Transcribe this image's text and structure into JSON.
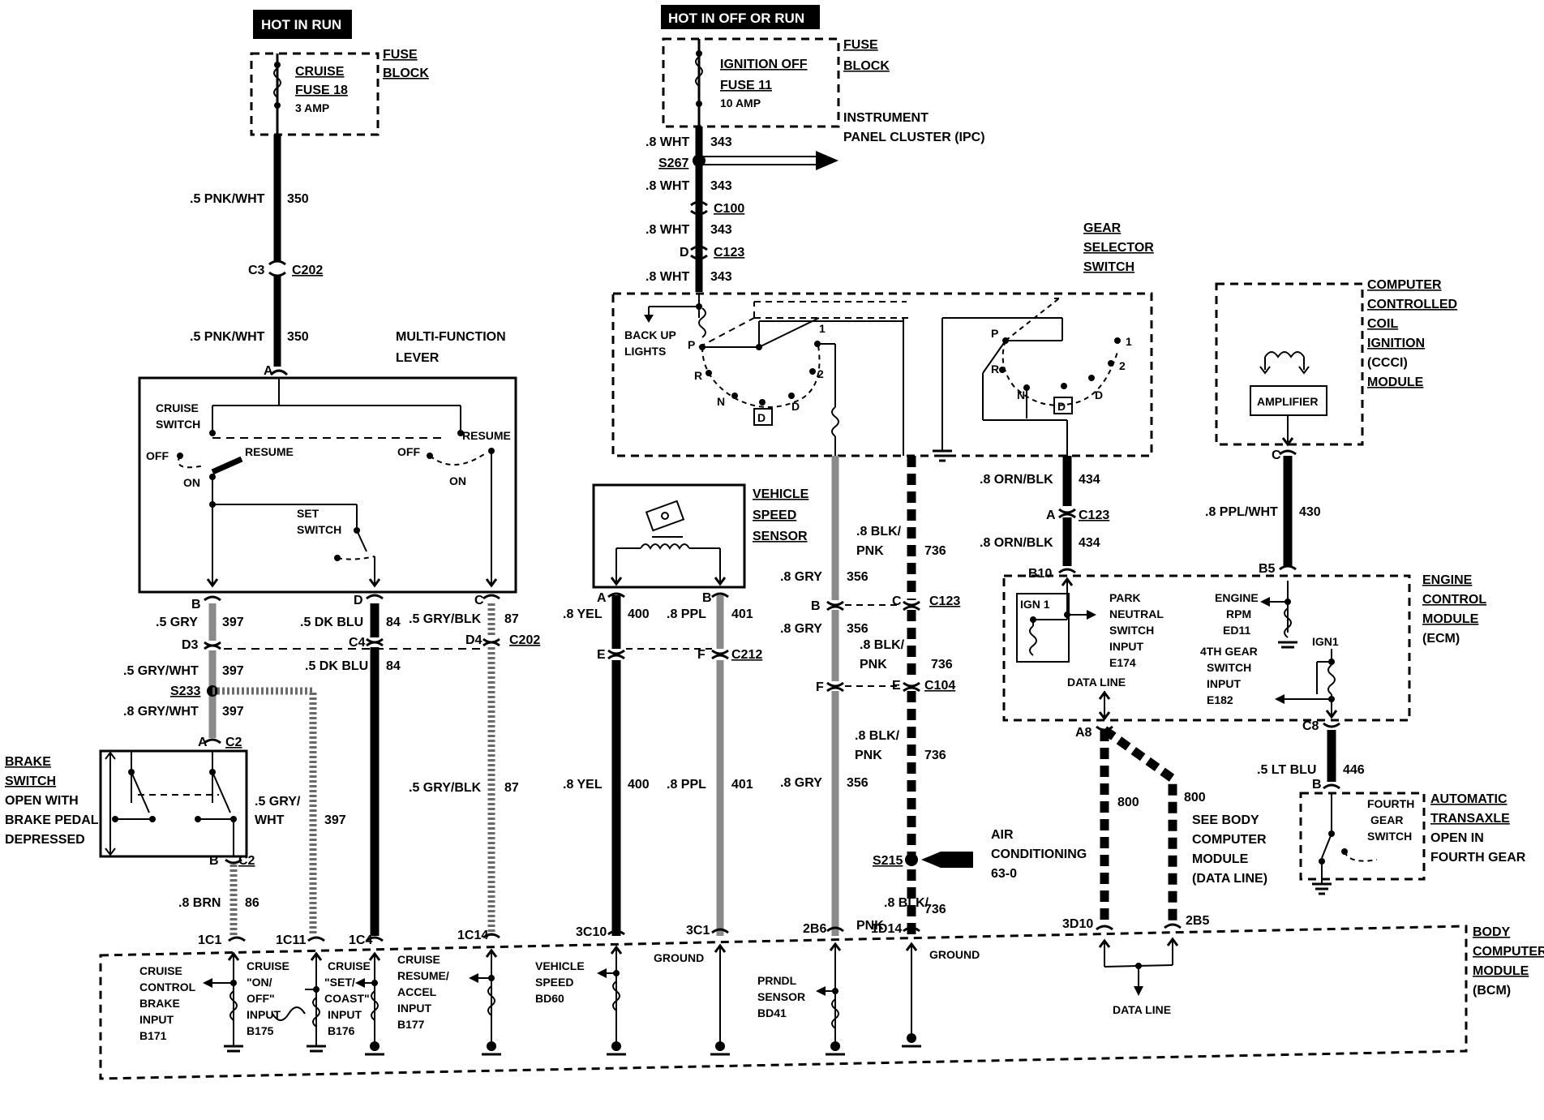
{
  "headers": {
    "hot_in_run": "HOT IN RUN",
    "hot_in_off_or_run": "HOT IN OFF OR RUN"
  },
  "fuse_block": {
    "label1": "FUSE",
    "label2": "BLOCK",
    "cruise_fuse_1": "CRUISE",
    "cruise_fuse_2": "FUSE 18",
    "cruise_amp": "3 AMP",
    "ign_fuse_1": "IGNITION OFF",
    "ign_fuse_2": "FUSE 11",
    "ign_amp": "10 AMP"
  },
  "ipc": {
    "line1": "INSTRUMENT",
    "line2": "PANEL CLUSTER (IPC)"
  },
  "multifunction": {
    "title1": "MULTI-FUNCTION",
    "title2": "LEVER",
    "cruise_switch1": "CRUISE",
    "cruise_switch2": "SWITCH",
    "off": "OFF",
    "resume": "RESUME",
    "on": "ON",
    "set_switch1": "SET",
    "set_switch2": "SWITCH"
  },
  "gear_selector": {
    "title1": "GEAR",
    "title2": "SELECTOR",
    "title3": "SWITCH",
    "backup1": "BACK UP",
    "backup2": "LIGHTS",
    "p": "P",
    "r": "R",
    "n": "N",
    "d": "D",
    "d_box": "D",
    "one": "1",
    "two": "2"
  },
  "vss": {
    "line1": "VEHICLE",
    "line2": "SPEED",
    "line3": "SENSOR"
  },
  "ccci": {
    "line1": "COMPUTER",
    "line2": "CONTROLLED",
    "line3": "COIL",
    "line4": "IGNITION",
    "line5": "(CCCI)",
    "line6": "MODULE",
    "amplifier": "AMPLIFIER"
  },
  "ecm": {
    "line1": "ENGINE",
    "line2": "CONTROL",
    "line3": "MODULE",
    "line4": "(ECM)",
    "ign1a": "IGN 1",
    "ign1b": "IGN1",
    "pn1": "PARK",
    "pn2": "NEUTRAL",
    "pn3": "SWITCH",
    "pn4": "INPUT",
    "pn5": "E174",
    "rpm1": "ENGINE",
    "rpm2": "RPM",
    "rpm3": "ED11",
    "g1": "4TH GEAR",
    "g2": "SWITCH",
    "g3": "INPUT",
    "g4": "E182",
    "data_line": "DATA LINE"
  },
  "brake": {
    "line1": "BRAKE",
    "line2": "SWITCH",
    "line3": "OPEN WITH",
    "line4": "BRAKE PEDAL",
    "line5": "DEPRESSED"
  },
  "transaxle": {
    "line1": "AUTOMATIC",
    "line2": "TRANSAXLE",
    "line3": "OPEN IN",
    "line4": "FOURTH GEAR",
    "s1": "FOURTH",
    "s2": "GEAR",
    "s3": "SWITCH"
  },
  "ac": {
    "line1": "AIR",
    "line2": "CONDITIONING",
    "line3": "63-0"
  },
  "see_bcm": {
    "line1": "SEE BODY",
    "line2": "COMPUTER",
    "line3": "MODULE",
    "line4": "(DATA LINE)"
  },
  "bcm": {
    "line1": "BODY",
    "line2": "COMPUTER",
    "line3": "MODULE",
    "line4": "(BCM)",
    "brake_in": [
      "CRUISE",
      "CONTROL",
      "BRAKE",
      "INPUT",
      "B171"
    ],
    "onoff_in": [
      "CRUISE",
      "\"ON/",
      "OFF\"",
      "INPUT",
      "B175"
    ],
    "set_in": [
      "CRUISE",
      "\"SET/",
      "COAST\"",
      "INPUT",
      "B176"
    ],
    "resume_in": [
      "CRUISE",
      "RESUME/",
      "ACCEL",
      "INPUT",
      "B177"
    ],
    "vss_in": [
      "VEHICLE",
      "SPEED",
      "BD60"
    ],
    "prndl_in": [
      "PRNDL",
      "SENSOR",
      "BD41"
    ],
    "ground": "GROUND",
    "data_line": "DATA LINE"
  },
  "wires": {
    "w350a": ".5 PNK/WHT",
    "n350": "350",
    "w350b": ".5 PNK/WHT",
    "w343": ".8 WHT",
    "n343": "343",
    "w397a": ".5 GRY",
    "n397": "397",
    "w397b": ".5 GRY/WHT",
    "w397c": ".8 GRY/WHT",
    "w397d": ".5 GRY/",
    "w397e": "WHT",
    "w84": ".5 DK BLU",
    "n84": "84",
    "w87": ".5 GRY/BLK",
    "n87": "87",
    "w400": ".8 YEL",
    "n400": "400",
    "w401": ".8 PPL",
    "n401": "401",
    "w356": ".8 GRY",
    "n356": "356",
    "w736a": ".8 BLK/",
    "w736b": "PNK",
    "n736": "736",
    "w434": ".8 ORN/BLK",
    "n434": "434",
    "w430": ".8 PPL/WHT",
    "n430": "430",
    "w446": ".5 LT BLU",
    "n446": "446",
    "w86": ".8 BRN",
    "n86": "86",
    "n800": "800"
  },
  "connectors": {
    "c3": "C3",
    "c202": "C202",
    "a": "A",
    "b": "B",
    "d": "D",
    "c": "C",
    "d3": "D3",
    "c4": "C4",
    "d4": "D4",
    "s233": "S233",
    "c2": "C2",
    "s267": "S267",
    "c100": "C100",
    "c123": "C123",
    "e": "E",
    "f": "F",
    "c212": "C212",
    "c104": "C104",
    "s215": "S215",
    "b10": "B10",
    "b5": "B5",
    "a8": "A8",
    "c8": "C8",
    "1c1": "1C1",
    "1c11": "1C11",
    "1c4": "1C4",
    "1c14": "1C14",
    "3c10": "3C10",
    "3c1": "3C1",
    "2b6": "2B6",
    "1d14": "1D14",
    "3d10": "3D10",
    "2b5": "2B5"
  }
}
